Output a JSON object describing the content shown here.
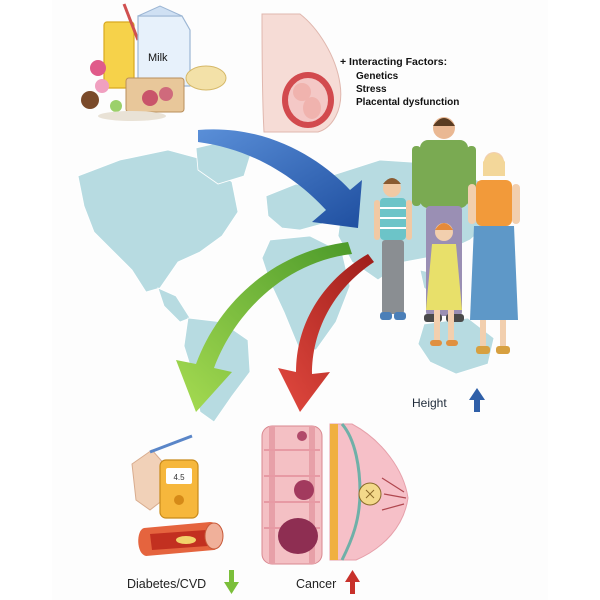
{
  "milk_label": "Milk",
  "factors": {
    "title": "+ Interacting Factors:",
    "items": [
      "Genetics",
      "Stress",
      "Placental dysfunction"
    ]
  },
  "outcomes": {
    "height": {
      "label": "Height",
      "direction": "up",
      "color": "#2f5fa8"
    },
    "diabetes": {
      "label": "Diabetes/CVD",
      "direction": "down",
      "color": "#7bbf3a"
    },
    "cancer": {
      "label": "Cancer",
      "direction": "up",
      "color": "#c8312b"
    }
  },
  "glucometer_reading": "4.5",
  "arrow_colors": {
    "blue": "#2c68c4",
    "green": "#7ec23a",
    "red": "#d6322c"
  },
  "map_color": "#b7dbe1"
}
